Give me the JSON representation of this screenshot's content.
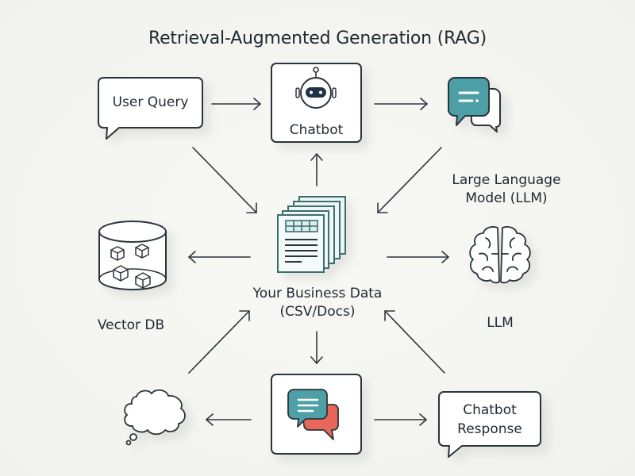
{
  "title": "Retrieval-Augmented Generation (RAG)",
  "nodes": {
    "user_query": {
      "label": "User Query",
      "icon": "speech-bubble-icon"
    },
    "chatbot": {
      "label": "Chatbot",
      "icon": "robot-icon"
    },
    "llm_chat": {
      "label": "Large Language Model (LLM)",
      "label_line1": "Large Language",
      "label_line2": "Model (LLM)",
      "icon": "chat-bubbles-icon"
    },
    "business_data": {
      "label_line1": "Your Business Data",
      "label_line2": "(CSV/Docs)",
      "icon": "documents-stack-icon"
    },
    "vector_db": {
      "label": "Vector DB",
      "icon": "database-cylinder-icon"
    },
    "llm_brain": {
      "label": "LLM",
      "icon": "brain-icon"
    },
    "thought": {
      "label": "",
      "icon": "thought-cloud-icon"
    },
    "conversation": {
      "label": "",
      "icon": "conversation-bubbles-icon"
    },
    "chatbot_response": {
      "label_line1": "Chatbot",
      "label_line2": "Response",
      "icon": "speech-bubble-icon"
    }
  },
  "colors": {
    "teal": "#4e9fa6",
    "coral": "#e8675a",
    "ink": "#2b343b",
    "doc_teal": "#3d6e6e"
  }
}
